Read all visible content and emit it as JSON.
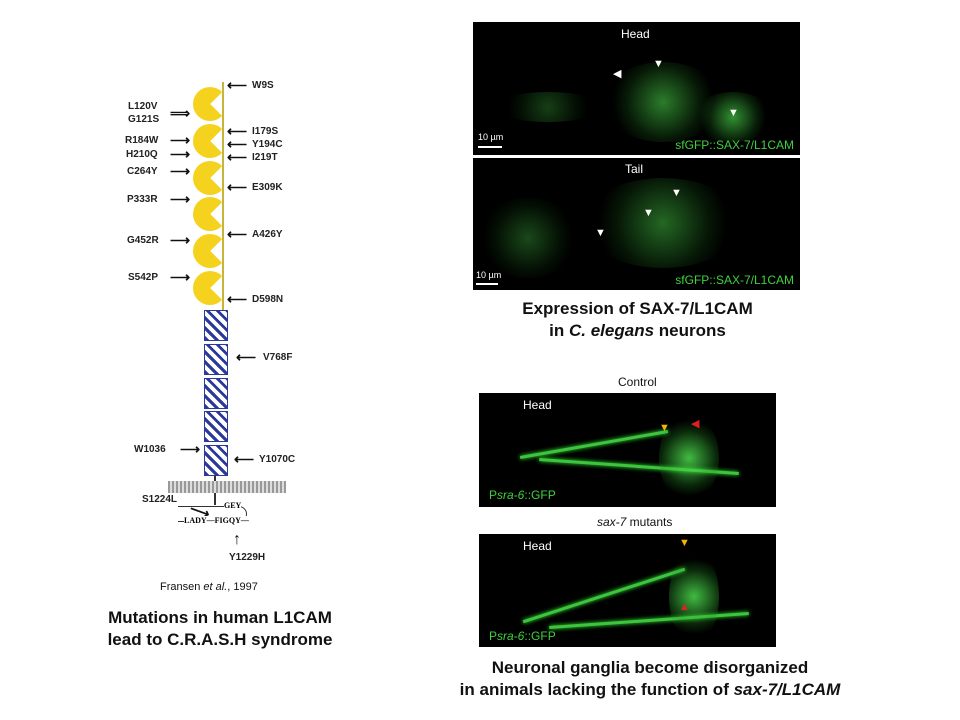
{
  "left": {
    "mutations_right": [
      "W9S",
      "I179S",
      "Y194C",
      "I219T",
      "E309K",
      "A426Y",
      "D598N",
      "V768F",
      "Y1070C"
    ],
    "mutations_left": [
      "L120V",
      "G121S",
      "R184W",
      "H210Q",
      "C264Y",
      "P333R",
      "G452R",
      "S542P",
      "W1036",
      "S1224L"
    ],
    "bottom": "Y1229H",
    "seq1": "GEY",
    "seq2": "LADY—FIGQY—",
    "citation_a": "Fransen ",
    "citation_em": "et al.",
    "citation_b": ", 1997",
    "caption1": "Mutations in human L1CAM",
    "caption2": "lead to C.R.A.S.H syndrome"
  },
  "top": {
    "head": "Head",
    "tail": "Tail",
    "scale": "10 µm",
    "reporter": "sfGFP::SAX-7/L1CAM",
    "caption1": "Expression of SAX-7/L1CAM",
    "caption2a": "in ",
    "caption2em": "C. elegans",
    "caption2b": " neurons"
  },
  "bottom": {
    "control": "Control",
    "mutants": "sax-7 mutants",
    "mutants_em": "sax-7",
    "mutants_rest": " mutants",
    "head": "Head",
    "reporter_p": "P",
    "reporter_em": "sra-6",
    "reporter_rest": "::GFP",
    "caption1": "Neuronal ganglia become disorganized",
    "caption2a": "in animals lacking the function of ",
    "caption2em": "sax-7/L1CAM"
  }
}
